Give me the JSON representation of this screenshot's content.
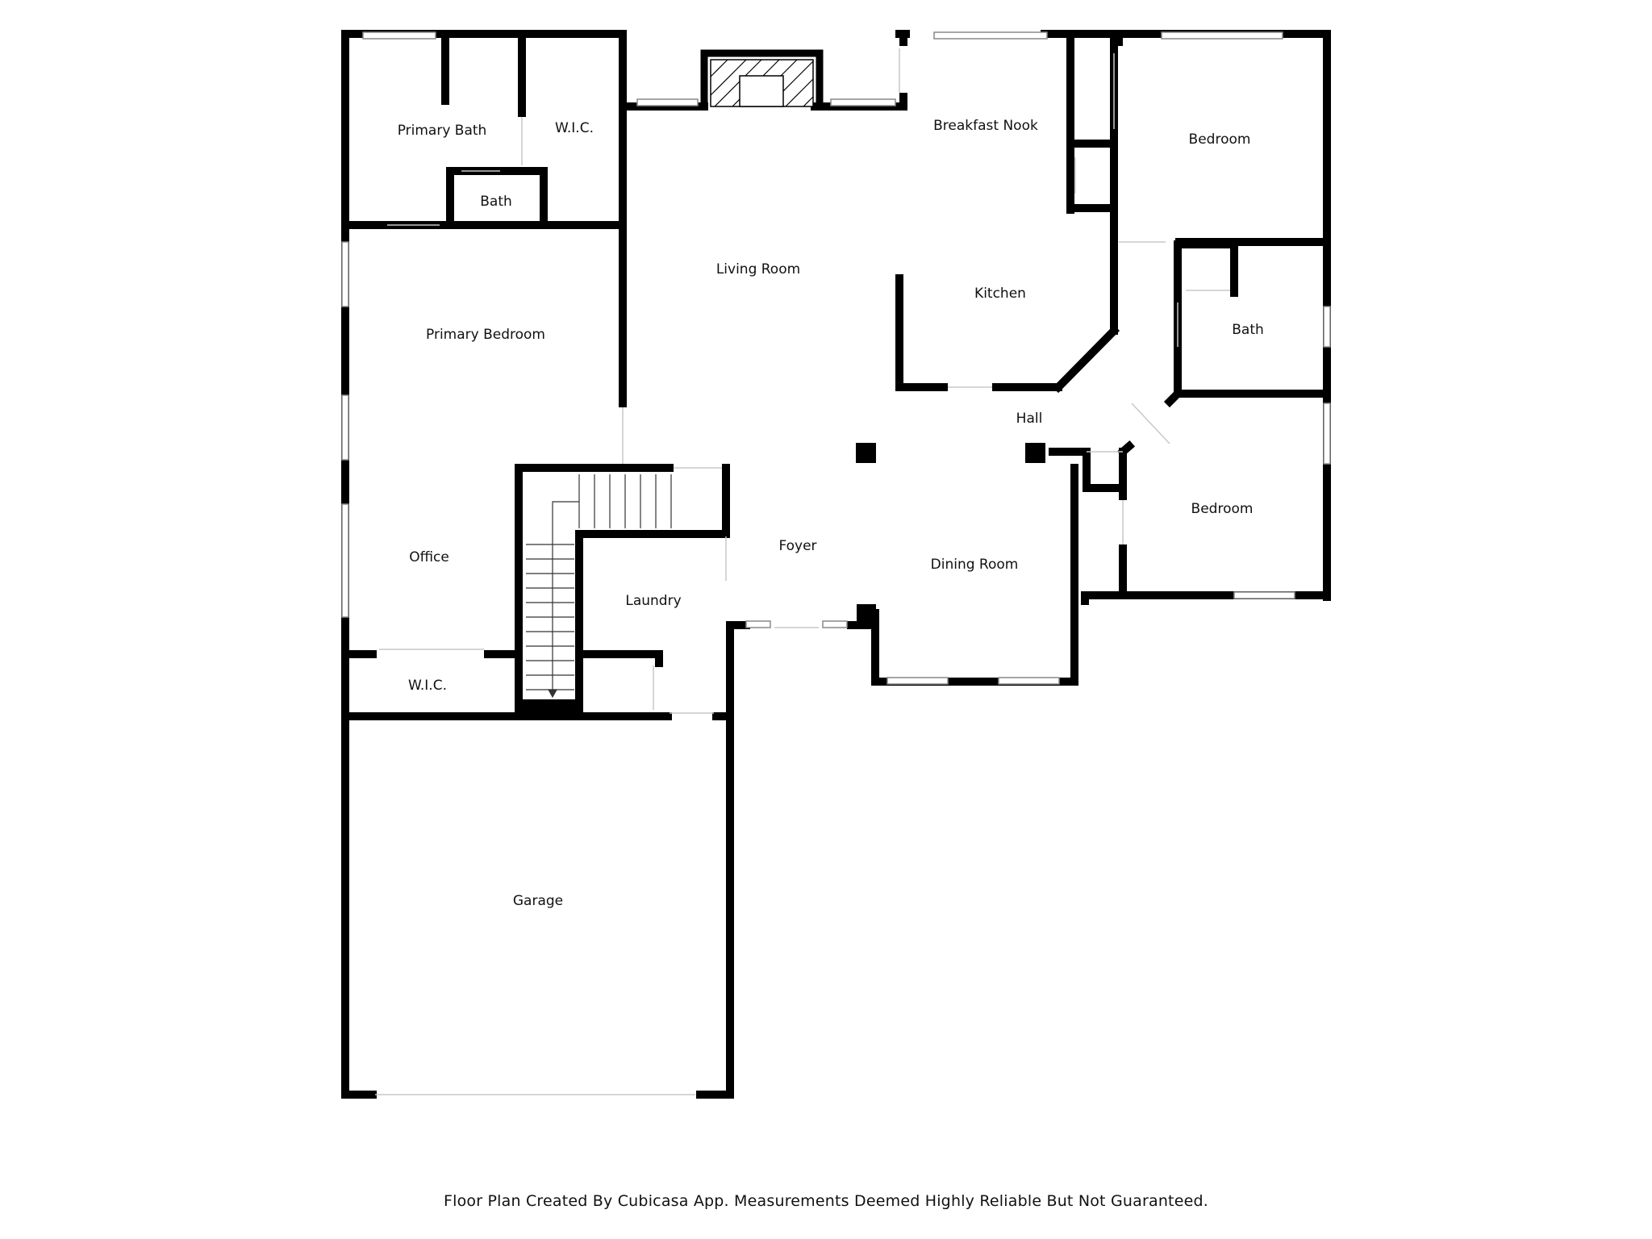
{
  "rooms": {
    "primary_bath": "Primary Bath",
    "wic_top": "W.I.C.",
    "bath_small": "Bath",
    "breakfast_nook": "Breakfast Nook",
    "bedroom_ne": "Bedroom",
    "living_room": "Living Room",
    "kitchen": "Kitchen",
    "primary_bedroom": "Primary Bedroom",
    "bath_east": "Bath",
    "hall": "Hall",
    "bedroom_se": "Bedroom",
    "foyer": "Foyer",
    "office": "Office",
    "dining_room": "Dining Room",
    "laundry": "Laundry",
    "wic_bottom": "W.I.C.",
    "garage": "Garage"
  },
  "footer": {
    "credit": "Floor Plan Created By Cubicasa App. Measurements Deemed Highly Reliable But Not Guaranteed."
  },
  "colors": {
    "wall": "#000000",
    "window": "#bbbbbb",
    "background": "#ffffff"
  }
}
